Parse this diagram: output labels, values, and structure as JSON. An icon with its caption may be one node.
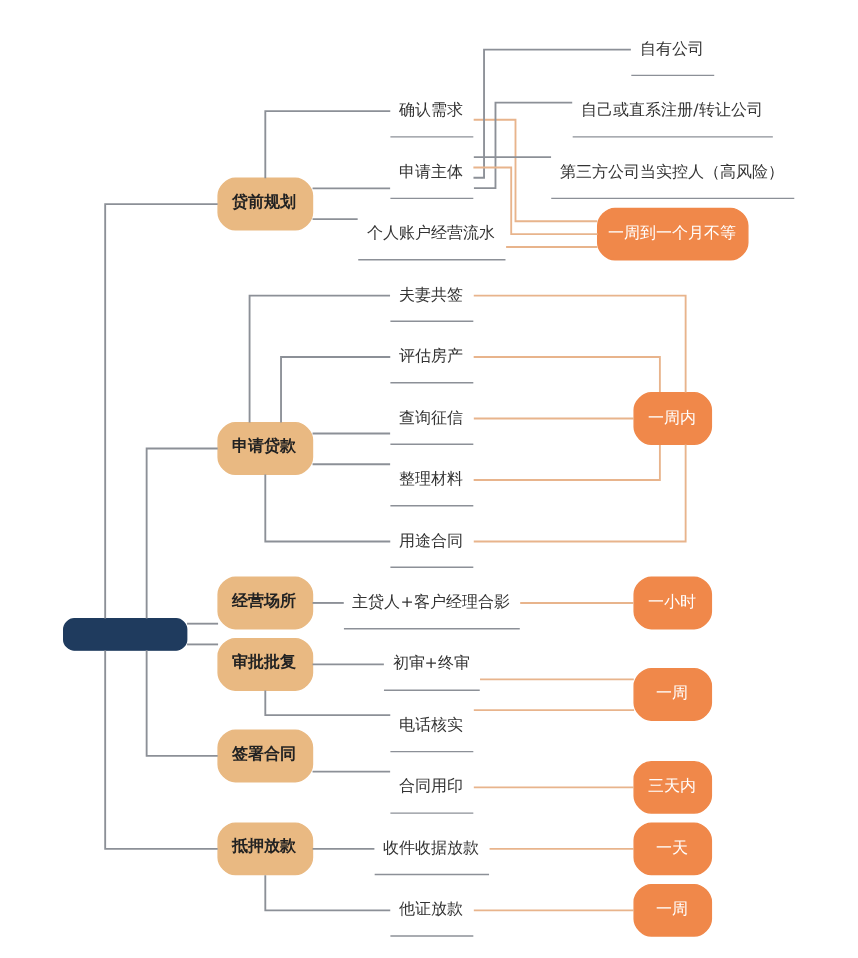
{
  "diagram": {
    "nodes": [
      {
        "text": [],
        "shape": "box"
      },
      {
        "text": [
          "贷前规划"
        ]
      },
      {
        "text": [
          "确认需求"
        ]
      },
      {
        "text": [
          "申请主体"
        ]
      },
      {
        "text": [
          "自有公司"
        ]
      },
      {
        "text": [
          "自己或直系注册/转让公司"
        ]
      },
      {
        "text": [
          "第三方公司当实控人（高风险）"
        ]
      },
      {
        "text": [
          "个人账户经营流水"
        ]
      },
      {
        "text": [
          "一周到一个月不等"
        ]
      },
      {
        "text": [
          "申请贷款"
        ]
      },
      {
        "text": [
          "夫妻共签"
        ]
      },
      {
        "text": [
          "评估房产"
        ]
      },
      {
        "text": [
          "查询征信"
        ]
      },
      {
        "text": [
          "整理材料"
        ]
      },
      {
        "text": [
          "用途合同"
        ]
      },
      {
        "text": [
          "一周内"
        ]
      },
      {
        "text": [
          "经营场所"
        ]
      },
      {
        "text": [
          "主贷人+客户经理合影"
        ]
      },
      {
        "text": [
          "一小时"
        ]
      },
      {
        "text": [
          "审批批复"
        ]
      },
      {
        "text": [
          "初审+终审"
        ]
      },
      {
        "text": [
          "电话核实"
        ]
      },
      {
        "text": [
          "一周"
        ]
      },
      {
        "text": [
          "签署合同"
        ]
      },
      {
        "text": [
          "合同用印"
        ]
      },
      {
        "text": [
          "三天内"
        ]
      },
      {
        "text": [
          "抵押放款"
        ]
      },
      {
        "text": [
          "收件收据放款"
        ]
      },
      {
        "text": [
          "一天"
        ]
      },
      {
        "text": [
          "他证放款"
        ]
      },
      {
        "text": [
          "一周"
        ]
      }
    ],
    "edges": [
      {
        "from": 0,
        "to": 1,
        "arrow": "none"
      },
      {
        "from": 0,
        "to": 9,
        "arrow": "none"
      },
      {
        "from": 0,
        "to": 16,
        "arrow": "none"
      },
      {
        "from": 0,
        "to": 19,
        "arrow": "none"
      },
      {
        "from": 0,
        "to": 23,
        "arrow": "none"
      },
      {
        "from": 0,
        "to": 26,
        "arrow": "none"
      },
      {
        "from": 1,
        "to": 2,
        "arrow": "none"
      },
      {
        "from": 1,
        "to": 3,
        "arrow": "none"
      },
      {
        "from": 3,
        "to": 4,
        "arrow": "none"
      },
      {
        "from": 3,
        "to": 5,
        "arrow": "none"
      },
      {
        "from": 3,
        "to": 6,
        "arrow": "none"
      },
      {
        "from": 1,
        "to": 7,
        "arrow": "none"
      },
      {
        "from": 2,
        "to": 8,
        "arrow": "none",
        "color": "#e8b48c"
      },
      {
        "from": 3,
        "to": 8,
        "arrow": "none",
        "color": "#e8b48c"
      },
      {
        "from": 7,
        "to": 8,
        "arrow": "none",
        "color": "#e8b48c"
      },
      {
        "from": 9,
        "to": 10,
        "arrow": "none"
      },
      {
        "from": 9,
        "to": 11,
        "arrow": "none"
      },
      {
        "from": 9,
        "to": 12,
        "arrow": "none"
      },
      {
        "from": 9,
        "to": 13,
        "arrow": "none"
      },
      {
        "from": 9,
        "to": 14,
        "arrow": "none"
      },
      {
        "from": 10,
        "to": 15,
        "arrow": "none",
        "color": "#e8b48c"
      },
      {
        "from": 11,
        "to": 15,
        "arrow": "none",
        "color": "#e8b48c"
      },
      {
        "from": 12,
        "to": 15,
        "arrow": "none",
        "color": "#e8b48c"
      },
      {
        "from": 13,
        "to": 15,
        "arrow": "none",
        "color": "#e8b48c"
      },
      {
        "from": 14,
        "to": 15,
        "arrow": "none",
        "color": "#e8b48c"
      },
      {
        "from": 16,
        "to": 17,
        "arrow": "none"
      },
      {
        "from": 17,
        "to": 18,
        "arrow": "none",
        "color": "#e8b48c"
      },
      {
        "from": 19,
        "to": 20,
        "arrow": "none"
      },
      {
        "from": 19,
        "to": 21,
        "arrow": "none"
      },
      {
        "from": 20,
        "to": 22,
        "arrow": "none",
        "color": "#e8b48c"
      },
      {
        "from": 21,
        "to": 22,
        "arrow": "none",
        "color": "#e8b48c"
      },
      {
        "from": 23,
        "to": 24,
        "arrow": "none"
      },
      {
        "from": 24,
        "to": 25,
        "arrow": "none",
        "color": "#e8b48c"
      },
      {
        "from": 26,
        "to": 27,
        "arrow": "none"
      },
      {
        "from": 26,
        "to": 29,
        "arrow": "none"
      },
      {
        "from": 27,
        "to": 28,
        "arrow": "none",
        "color": "#e8b48c"
      },
      {
        "from": 29,
        "to": 30,
        "arrow": "none",
        "color": "#e8b48c"
      }
    ]
  }
}
